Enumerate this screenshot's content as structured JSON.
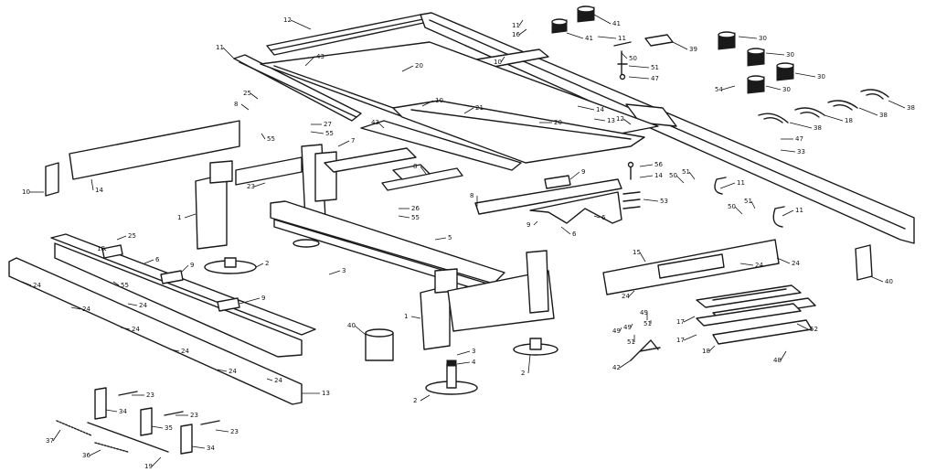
{
  "callouts": [
    {
      "id": "c12a",
      "text": "12"
    },
    {
      "id": "c11a",
      "text": "11"
    },
    {
      "id": "c43a",
      "text": "43"
    },
    {
      "id": "c20a",
      "text": "20"
    },
    {
      "id": "c10a",
      "text": "10"
    },
    {
      "id": "c14a",
      "text": "14"
    },
    {
      "id": "c13a",
      "text": "13"
    },
    {
      "id": "c25a",
      "text": "25"
    },
    {
      "id": "c8a",
      "text": "8"
    },
    {
      "id": "c27a",
      "text": "27"
    },
    {
      "id": "c55a",
      "text": "55"
    },
    {
      "id": "c55b",
      "text": "55"
    },
    {
      "id": "c43b",
      "text": "43"
    },
    {
      "id": "c10b",
      "text": "10"
    },
    {
      "id": "c21a",
      "text": "21"
    },
    {
      "id": "c20b",
      "text": "20"
    },
    {
      "id": "c12b",
      "text": "12"
    },
    {
      "id": "c7a",
      "text": "7"
    },
    {
      "id": "c10c",
      "text": "10"
    },
    {
      "id": "c14b",
      "text": "14"
    },
    {
      "id": "c1a",
      "text": "1"
    },
    {
      "id": "c23a",
      "text": "23"
    },
    {
      "id": "c8b",
      "text": "8"
    },
    {
      "id": "c9a",
      "text": "9"
    },
    {
      "id": "c26a",
      "text": "26"
    },
    {
      "id": "c55c",
      "text": "55"
    },
    {
      "id": "c8c",
      "text": "8"
    },
    {
      "id": "c6a",
      "text": "6"
    },
    {
      "id": "c5a",
      "text": "5"
    },
    {
      "id": "c2a",
      "text": "2"
    },
    {
      "id": "c25b",
      "text": "25"
    },
    {
      "id": "c18a",
      "text": "18"
    },
    {
      "id": "c6b",
      "text": "6"
    },
    {
      "id": "c9b",
      "text": "9"
    },
    {
      "id": "c55d",
      "text": "55"
    },
    {
      "id": "c9c",
      "text": "9"
    },
    {
      "id": "c3a",
      "text": "3"
    },
    {
      "id": "c24a",
      "text": "24"
    },
    {
      "id": "c24b",
      "text": "24"
    },
    {
      "id": "c24c",
      "text": "24"
    },
    {
      "id": "c24d",
      "text": "24"
    },
    {
      "id": "c24e",
      "text": "24"
    },
    {
      "id": "c24f",
      "text": "24"
    },
    {
      "id": "c24g",
      "text": "24"
    },
    {
      "id": "c13b",
      "text": "13"
    },
    {
      "id": "c40a",
      "text": "40"
    },
    {
      "id": "c1b",
      "text": "1"
    },
    {
      "id": "c3b",
      "text": "3"
    },
    {
      "id": "c4a",
      "text": "4"
    },
    {
      "id": "c2b",
      "text": "2"
    },
    {
      "id": "c2c",
      "text": "2"
    },
    {
      "id": "c23b",
      "text": "23"
    },
    {
      "id": "c34a",
      "text": "34"
    },
    {
      "id": "c23c",
      "text": "23"
    },
    {
      "id": "c35a",
      "text": "35"
    },
    {
      "id": "c23d",
      "text": "23"
    },
    {
      "id": "c34b",
      "text": "34"
    },
    {
      "id": "c37a",
      "text": "37"
    },
    {
      "id": "c36a",
      "text": "36"
    },
    {
      "id": "c19a",
      "text": "19"
    },
    {
      "id": "c16a",
      "text": "16"
    },
    {
      "id": "c41a",
      "text": "41"
    },
    {
      "id": "c41b",
      "text": "41"
    },
    {
      "id": "c39a",
      "text": "39"
    },
    {
      "id": "c50a",
      "text": "50"
    },
    {
      "id": "c51a",
      "text": "51"
    },
    {
      "id": "c47a",
      "text": "47"
    },
    {
      "id": "c30a",
      "text": "30"
    },
    {
      "id": "c30b",
      "text": "30"
    },
    {
      "id": "c30c",
      "text": "30"
    },
    {
      "id": "c54a",
      "text": "54"
    },
    {
      "id": "c30d",
      "text": "30"
    },
    {
      "id": "c38a",
      "text": "38"
    },
    {
      "id": "c38b",
      "text": "38"
    },
    {
      "id": "c18b",
      "text": "18"
    },
    {
      "id": "c38c",
      "text": "38"
    },
    {
      "id": "c47b",
      "text": "47"
    },
    {
      "id": "c33a",
      "text": "33"
    },
    {
      "id": "c11b",
      "text": "11"
    },
    {
      "id": "c11c",
      "text": "11"
    },
    {
      "id": "c56a",
      "text": "56"
    },
    {
      "id": "c14c",
      "text": "14"
    },
    {
      "id": "c50b",
      "text": "50"
    },
    {
      "id": "c51b",
      "text": "51"
    },
    {
      "id": "c11d",
      "text": "11"
    },
    {
      "id": "c53a",
      "text": "53"
    },
    {
      "id": "c50c",
      "text": "50"
    },
    {
      "id": "c51c",
      "text": "51"
    },
    {
      "id": "c11e",
      "text": "11"
    },
    {
      "id": "c9d",
      "text": "9"
    },
    {
      "id": "c6c",
      "text": "6"
    },
    {
      "id": "c15a",
      "text": "15"
    },
    {
      "id": "c24h",
      "text": "24"
    },
    {
      "id": "c24i",
      "text": "24"
    },
    {
      "id": "c24j",
      "text": "24"
    },
    {
      "id": "c40b",
      "text": "40"
    },
    {
      "id": "c17a",
      "text": "17"
    },
    {
      "id": "c49a",
      "text": "49"
    },
    {
      "id": "c51d",
      "text": "51"
    },
    {
      "id": "c49b",
      "text": "49"
    },
    {
      "id": "c51e",
      "text": "51"
    },
    {
      "id": "c17b",
      "text": "17"
    },
    {
      "id": "c18c",
      "text": "18"
    },
    {
      "id": "c52a",
      "text": "52"
    },
    {
      "id": "c48a",
      "text": "48"
    },
    {
      "id": "c42a",
      "text": "42"
    },
    {
      "id": "c49c",
      "text": "49"
    }
  ]
}
